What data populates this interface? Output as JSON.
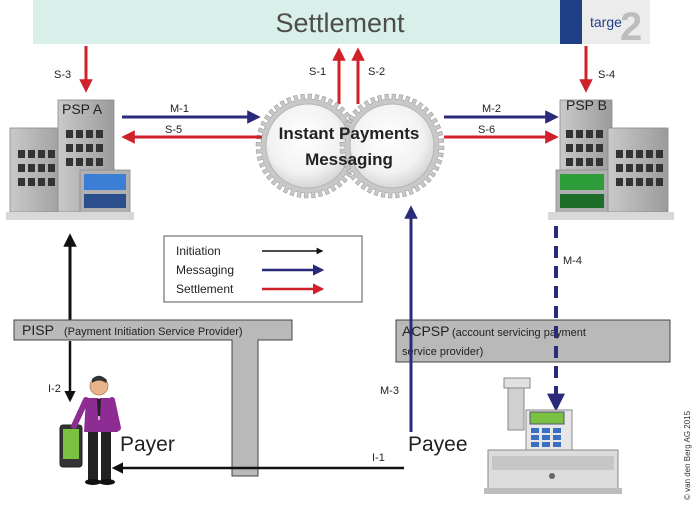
{
  "settlement": {
    "title": "Settlement",
    "logo_text": "targe",
    "logo_mark": "2",
    "logo_sub": "",
    "color": "#d9efe9",
    "logo_color": "#1e3f86"
  },
  "psp_a": {
    "label": "PSP A"
  },
  "psp_b": {
    "label": "PSP B"
  },
  "hub": {
    "line1": "Instant Payments",
    "line2": "Messaging"
  },
  "flows": {
    "s1": "S-1",
    "s2": "S-2",
    "s3": "S-3",
    "s4": "S-4",
    "s5": "S-5",
    "s6": "S-6",
    "m1": "M-1",
    "m2": "M-2",
    "m3": "M-3",
    "m4": "M-4",
    "i1": "I-1",
    "i2": "I-2"
  },
  "legend": {
    "items": [
      {
        "label": "Initiation",
        "color": "#111111"
      },
      {
        "label": "Messaging",
        "color": "#2a2a7a"
      },
      {
        "label": "Settlement",
        "color": "#d0202a"
      }
    ]
  },
  "pisp": {
    "abbr": "PISP",
    "full": "(Payment Initiation Service Provider)"
  },
  "acpsp": {
    "abbr": "ACPSP",
    "full_line1": "(account servicing payment",
    "full_line2": "service provider)"
  },
  "payer": {
    "label": "Payer"
  },
  "payee": {
    "label": "Payee"
  },
  "copyright": "© van den Berg AG 2015",
  "colors": {
    "messaging": "#2a2a7a",
    "settlement": "#d0202a",
    "initiation": "#111111",
    "box_gray": "#b9b9b9",
    "gear": "#c8c8c8"
  }
}
